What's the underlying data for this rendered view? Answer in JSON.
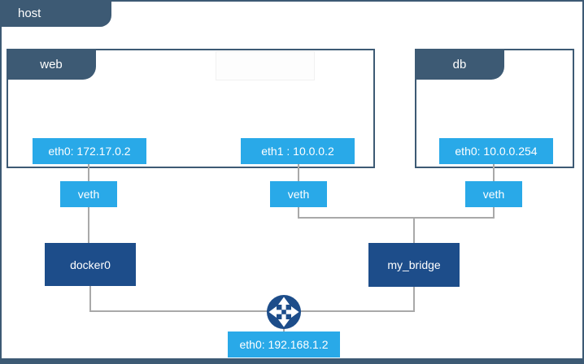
{
  "colors": {
    "slate": "#3d5a74",
    "bright_blue": "#29a9e8",
    "navy": "#1d4d8a",
    "connector_gray": "#a9a9a9"
  },
  "diagram": {
    "host": {
      "label": "host"
    },
    "containers": [
      {
        "id": "web",
        "label": "web",
        "interfaces": [
          {
            "label": "eth0: 172.17.0.2"
          },
          {
            "label": "eth1 : 10.0.0.2"
          }
        ]
      },
      {
        "id": "db",
        "label": "db",
        "interfaces": [
          {
            "label": "eth0: 10.0.0.254"
          }
        ]
      }
    ],
    "veths": [
      {
        "label": "veth"
      },
      {
        "label": "veth"
      },
      {
        "label": "veth"
      }
    ],
    "bridges": [
      {
        "label": "docker0"
      },
      {
        "label": "my_bridge"
      }
    ],
    "host_interface": {
      "label": "eth0: 192.168.1.2"
    },
    "router_icon": "router-crossarrows-icon"
  }
}
